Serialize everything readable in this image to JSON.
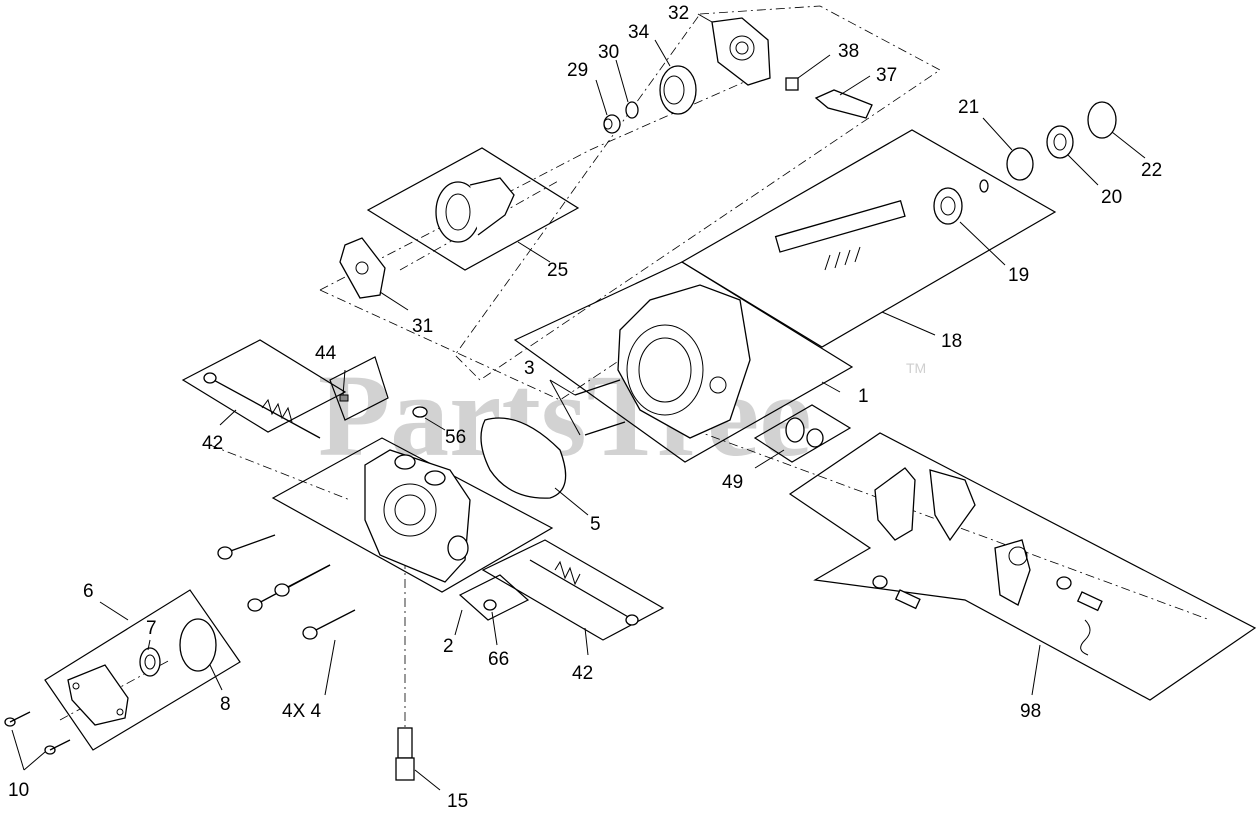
{
  "watermark": {
    "text": "PartsTree",
    "trademark": "TM"
  },
  "callouts": {
    "c1": "1",
    "c2": "2",
    "c3": "3",
    "c4": "4X 4",
    "c5": "5",
    "c6": "6",
    "c7": "7",
    "c8": "8",
    "c10": "10",
    "c15": "15",
    "c18": "18",
    "c19": "19",
    "c20": "20",
    "c21": "21",
    "c22": "22",
    "c25": "25",
    "c29": "29",
    "c30": "30",
    "c31": "31",
    "c32": "32",
    "c34": "34",
    "c37": "37",
    "c38": "38",
    "c42a": "42",
    "c42b": "42",
    "c44": "44",
    "c49": "49",
    "c56": "56",
    "c66": "66",
    "c98": "98"
  }
}
